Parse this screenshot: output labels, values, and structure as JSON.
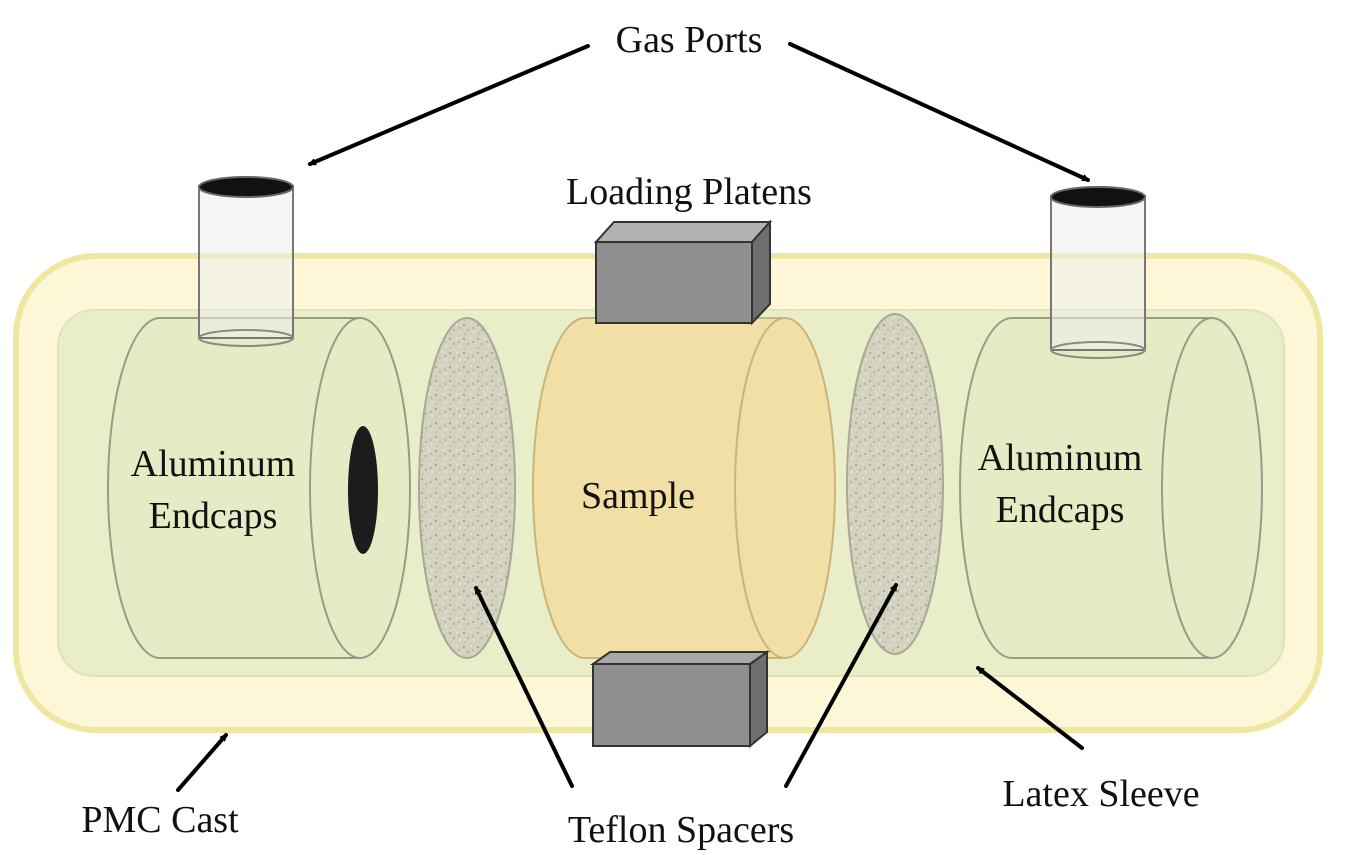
{
  "labels": {
    "gas_ports": "Gas Ports",
    "loading_platens": "Loading Platens",
    "endcaps_left_line1": "Aluminum",
    "endcaps_left_line2": "Endcaps",
    "endcaps_right_line1": "Aluminum",
    "endcaps_right_line2": "Endcaps",
    "sample": "Sample",
    "pmc_cast": "PMC Cast",
    "teflon_spacers": "Teflon Spacers",
    "latex_sleeve": "Latex Sleeve"
  },
  "colors": {
    "pmc_cast_fill": "#fdf7d8",
    "pmc_cast_border": "#f0e9a6",
    "latex_sleeve_fill": "#e9edc8",
    "endcap_fill": "#e6ebc6",
    "endcap_edge": "#9a9a86",
    "sample_fill": "#f2dfa6",
    "platen_fill": "#8f8f8f",
    "port_fill": "#eceeea",
    "spacer_fill": "#cfcfbd",
    "text": "#111111"
  }
}
